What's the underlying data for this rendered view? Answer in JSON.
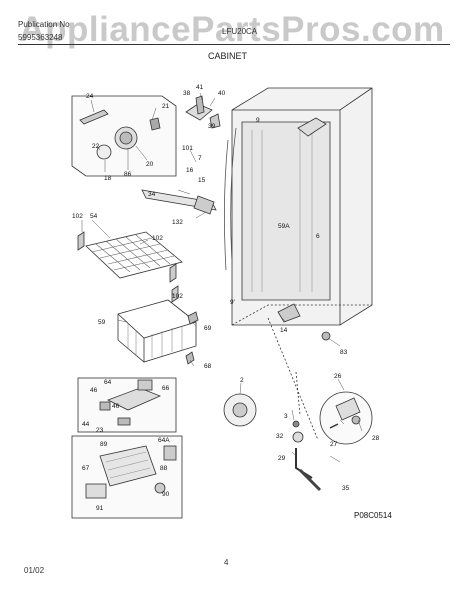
{
  "watermark": "AppliancePartsPros.com",
  "header": {
    "pub_label": "Publication No",
    "pub_number": "5995363248",
    "model": "LFU20CA",
    "section": "CABINET"
  },
  "diagram": {
    "code": "P08C0514",
    "callouts": {
      "c24": "24",
      "c21": "21",
      "c22": "22",
      "c20": "20",
      "c18": "18",
      "c86": "86",
      "c38": "38",
      "c41": "41",
      "c40": "40",
      "c39": "39",
      "c9a": "9",
      "c101": "101",
      "c7": "7",
      "c16": "16",
      "c15": "15",
      "c34": "34",
      "c132": "132",
      "c102a": "102",
      "c54": "54",
      "c102b": "102",
      "c102c": "102",
      "c59a": "59A",
      "c6": "6",
      "c9b": "9'",
      "c59": "59",
      "c69": "69",
      "c68": "68",
      "c14": "14",
      "c83": "83",
      "c2": "2",
      "c3": "3",
      "c32": "32",
      "c29": "29",
      "c35": "35",
      "c26": "26",
      "c28": "28",
      "c27": "27",
      "c64": "64",
      "c46a": "46",
      "c66": "66",
      "c46b": "46",
      "c44": "44",
      "c23": "23",
      "c89": "89",
      "c64a": "64A",
      "c88": "88",
      "c67": "67",
      "c90": "90",
      "c91": "91"
    }
  },
  "footer": {
    "date": "01/02",
    "page": "4"
  }
}
